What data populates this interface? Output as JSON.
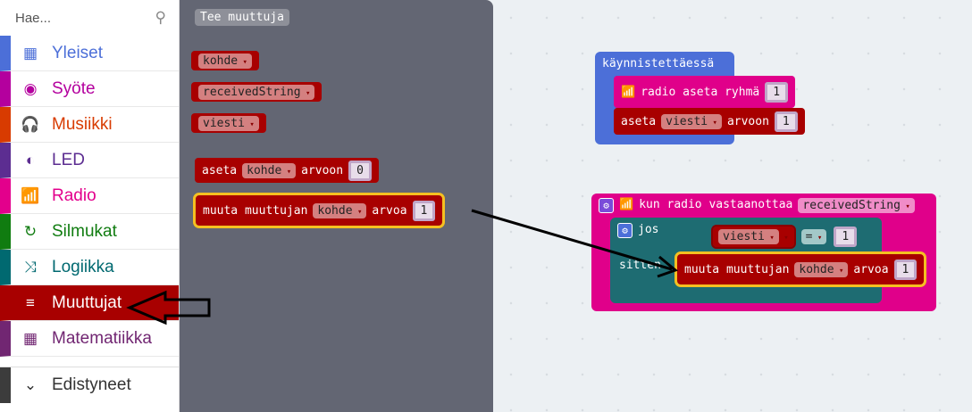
{
  "search": {
    "placeholder": "Hae..."
  },
  "categories": [
    {
      "label": "Yleiset",
      "color": "#4c6fd8",
      "icon": "grid-icon",
      "glyph": "▦"
    },
    {
      "label": "Syöte",
      "color": "#b4009e",
      "icon": "target-icon",
      "glyph": "◉"
    },
    {
      "label": "Musiikki",
      "color": "#d83b01",
      "icon": "headphones-icon",
      "glyph": "🎧"
    },
    {
      "label": "LED",
      "color": "#5c2d91",
      "icon": "toggle-icon",
      "glyph": "◐"
    },
    {
      "label": "Radio",
      "color": "#e3008c",
      "icon": "signal-icon",
      "glyph": "📶"
    },
    {
      "label": "Silmukat",
      "color": "#107c10",
      "icon": "refresh-icon",
      "glyph": "↻"
    },
    {
      "label": "Logiikka",
      "color": "#006970",
      "icon": "shuffle-icon",
      "glyph": "⤨"
    },
    {
      "label": "Muuttujat",
      "color": "#a80000",
      "icon": "list-icon",
      "glyph": "≡"
    },
    {
      "label": "Matematiikka",
      "color": "#712672",
      "icon": "calculator-icon",
      "glyph": "▦"
    }
  ],
  "advanced": {
    "label": "Edistyneet",
    "color": "#3c3c3c",
    "glyph": "⌄"
  },
  "flyout": {
    "make_var": "Tee muuttuja",
    "vars": [
      "kohde",
      "receivedString",
      "viesti"
    ],
    "set": {
      "a": "aseta",
      "var": "kohde",
      "b": "arvoon",
      "val": "0"
    },
    "change": {
      "a": "muuta muuttujan",
      "var": "kohde",
      "b": "arvoa",
      "val": "1"
    }
  },
  "ws": {
    "start": {
      "title": "käynnistettäessä",
      "radio": "radio aseta ryhmä",
      "radio_val": "1",
      "set": "aseta",
      "set_var": "viesti",
      "set_b": "arvoon",
      "set_val": "1"
    },
    "recv": {
      "title": "kun radio vastaanottaa",
      "param": "receivedString",
      "if": "jos",
      "then": "sitten",
      "var": "viesti",
      "op": "=",
      "val": "1",
      "change": "muuta muuttujan",
      "change_var": "kohde",
      "change_b": "arvoa",
      "change_val": "1"
    }
  }
}
